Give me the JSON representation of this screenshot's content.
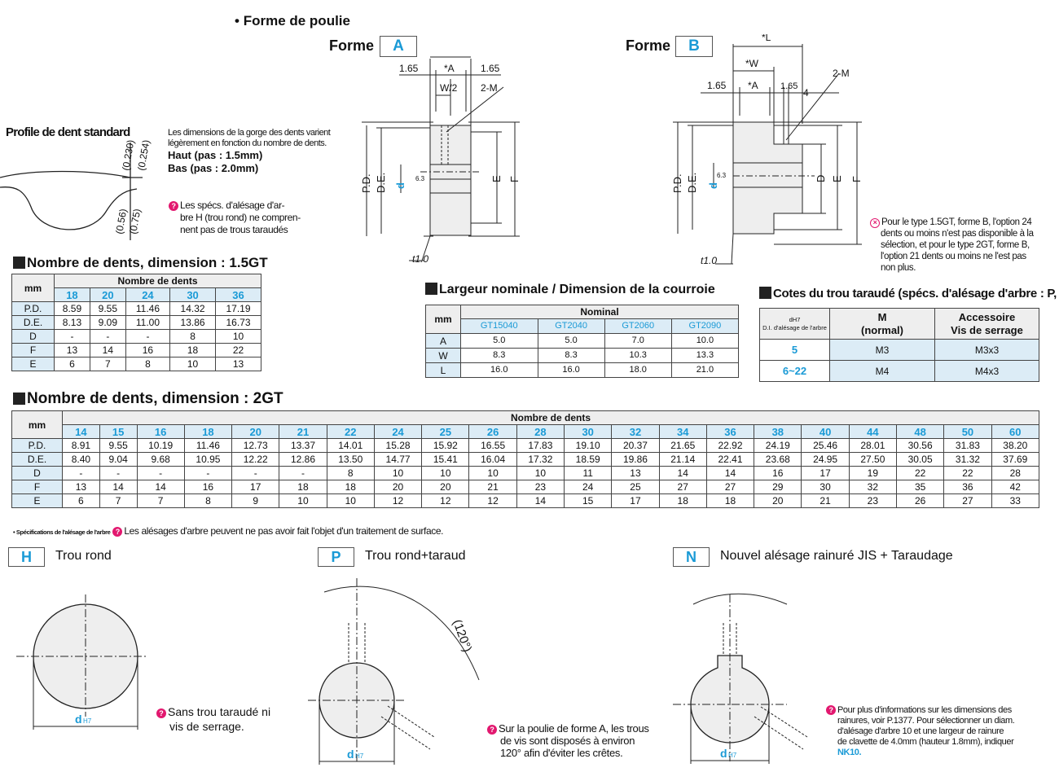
{
  "section_title": "Forme de poulie",
  "forme_label": "Forme",
  "forme_a": "A",
  "forme_b": "B",
  "dims": {
    "w": "*W",
    "a": "*A",
    "l": "*L",
    "half_w": "W/2",
    "tap": "2-M",
    "gap1": "1.65",
    "gap2": "1.65",
    "gap3": "1.65",
    "gap4": "1.65",
    "four": "4",
    "pd": "P.D.",
    "de": "D.E.",
    "d": "d",
    "h7": "H7",
    "e": "E",
    "f": "F",
    "dd": "D",
    "t": "t1.0",
    "rough": "6.3"
  },
  "profile": {
    "title": "Profile de dent standard",
    "v1": "(0.230)",
    "v2": "(0.254)",
    "v3": "(0.56)",
    "v4": "(0.75)",
    "desc1": "Les dimensions de la gorge des dents varient",
    "desc2": "légèrement en fonction du nombre de dents.",
    "haut": "Haut (pas : 1.5mm)",
    "bas": "Bas (pas : 2.0mm)",
    "note1": "Les spécs. d'alésage d'ar-",
    "note2": "bre H (trou rond) ne compren-",
    "note3": "nent pas de trous taraudés"
  },
  "note_b": {
    "l1": "Pour le type 1.5GT, forme B, l'option 24",
    "l2": "dents ou moins n'est pas disponible à la",
    "l3": "sélection, et pour le type 2GT, forme B,",
    "l4": "l'option 21 dents ou moins ne l'est pas",
    "l5": "non plus."
  },
  "t15": {
    "title": "Nombre de dents, dimension : 1.5GT",
    "mm": "mm",
    "head": "Nombre de dents",
    "cols": [
      "18",
      "20",
      "24",
      "30",
      "36"
    ],
    "rows": [
      {
        "label": "P.D.",
        "cells": [
          "8.59",
          "9.55",
          "11.46",
          "14.32",
          "17.19"
        ]
      },
      {
        "label": "D.E.",
        "cells": [
          "8.13",
          "9.09",
          "11.00",
          "13.86",
          "16.73"
        ]
      },
      {
        "label": "D",
        "cells": [
          "-",
          "-",
          "-",
          "8",
          "10"
        ]
      },
      {
        "label": "F",
        "cells": [
          "13",
          "14",
          "16",
          "18",
          "22"
        ]
      },
      {
        "label": "E",
        "cells": [
          "6",
          "7",
          "8",
          "10",
          "13"
        ]
      }
    ]
  },
  "belt": {
    "title": "Largeur nominale / Dimension de la courroie",
    "mm": "mm",
    "head": "Nominal",
    "cols": [
      "GT15040",
      "GT2040",
      "GT2060",
      "GT2090"
    ],
    "rows": [
      {
        "label": "A",
        "cells": [
          "5.0",
          "5.0",
          "7.0",
          "10.0"
        ]
      },
      {
        "label": "W",
        "cells": [
          "8.3",
          "8.3",
          "10.3",
          "13.3"
        ]
      },
      {
        "label": "L",
        "cells": [
          "16.0",
          "16.0",
          "18.0",
          "21.0"
        ]
      }
    ]
  },
  "tapped": {
    "title": "Cotes du trou taraudé (spécs. d'alésage d'arbre : P, N)",
    "h1a": "dH7",
    "h1b": "D.I. d'alésage de l'arbre",
    "h2a": "M",
    "h2b": "(normal)",
    "h3a": "Accessoire",
    "h3b": "Vis de serrage",
    "rows": [
      {
        "d": "5",
        "m": "M3",
        "v": "M3x3"
      },
      {
        "d": "6~22",
        "m": "M4",
        "v": "M4x3"
      }
    ]
  },
  "t2": {
    "title": "Nombre de dents, dimension : 2GT",
    "mm": "mm",
    "head": "Nombre de dents",
    "cols": [
      "14",
      "15",
      "16",
      "18",
      "20",
      "21",
      "22",
      "24",
      "25",
      "26",
      "28",
      "30",
      "32",
      "34",
      "36",
      "38",
      "40",
      "44",
      "48",
      "50",
      "60"
    ],
    "rows": [
      {
        "label": "P.D.",
        "cells": [
          "8.91",
          "9.55",
          "10.19",
          "11.46",
          "12.73",
          "13.37",
          "14.01",
          "15.28",
          "15.92",
          "16.55",
          "17.83",
          "19.10",
          "20.37",
          "21.65",
          "22.92",
          "24.19",
          "25.46",
          "28.01",
          "30.56",
          "31.83",
          "38.20"
        ]
      },
      {
        "label": "D.E.",
        "cells": [
          "8.40",
          "9.04",
          "9.68",
          "10.95",
          "12.22",
          "12.86",
          "13.50",
          "14.77",
          "15.41",
          "16.04",
          "17.32",
          "18.59",
          "19.86",
          "21.14",
          "22.41",
          "23.68",
          "24.95",
          "27.50",
          "30.05",
          "31.32",
          "37.69"
        ]
      },
      {
        "label": "D",
        "cells": [
          "-",
          "-",
          "-",
          "-",
          "-",
          "-",
          "8",
          "10",
          "10",
          "10",
          "10",
          "11",
          "13",
          "14",
          "14",
          "16",
          "17",
          "19",
          "22",
          "22",
          "28"
        ]
      },
      {
        "label": "F",
        "cells": [
          "13",
          "14",
          "14",
          "16",
          "17",
          "18",
          "18",
          "20",
          "20",
          "21",
          "23",
          "24",
          "25",
          "27",
          "27",
          "29",
          "30",
          "32",
          "35",
          "36",
          "42"
        ]
      },
      {
        "label": "E",
        "cells": [
          "6",
          "7",
          "7",
          "8",
          "9",
          "10",
          "10",
          "12",
          "12",
          "12",
          "14",
          "15",
          "17",
          "18",
          "18",
          "20",
          "21",
          "23",
          "26",
          "27",
          "33"
        ]
      }
    ]
  },
  "spec_note": {
    "label": "• Spécifications de l'alésage de l'arbre",
    "text": "Les alésages d'arbre peuvent ne pas avoir fait l'objet d'un traitement de surface."
  },
  "bore": {
    "h": {
      "code": "H",
      "name": "Trou rond",
      "n1": "Sans trou taraudé ni",
      "n2": "vis de serrage."
    },
    "p": {
      "code": "P",
      "name": "Trou rond+taraud",
      "angle": "(120°)",
      "n1": "Sur la poulie de forme A, les trous",
      "n2": "de vis sont disposés à environ",
      "n3": "120° afin d'éviter les crêtes."
    },
    "n": {
      "code": "N",
      "name": "Nouvel alésage rainuré JIS + Taraudage",
      "n1": "Pour plus d'informations sur les dimensions des",
      "n2": "rainures, voir P.1377. Pour sélectionner un diam.",
      "n3": "d'alésage d'arbre 10 et une largeur de rainure",
      "n4": "de clavette de 4.0mm (hauteur 1.8mm), indiquer",
      "n5": "NK10."
    },
    "dlabel": "d",
    "h7": "H7"
  },
  "colors": {
    "accent": "#1a9ad6",
    "header_bg": "#dcecf6",
    "note": "#e2186f"
  }
}
